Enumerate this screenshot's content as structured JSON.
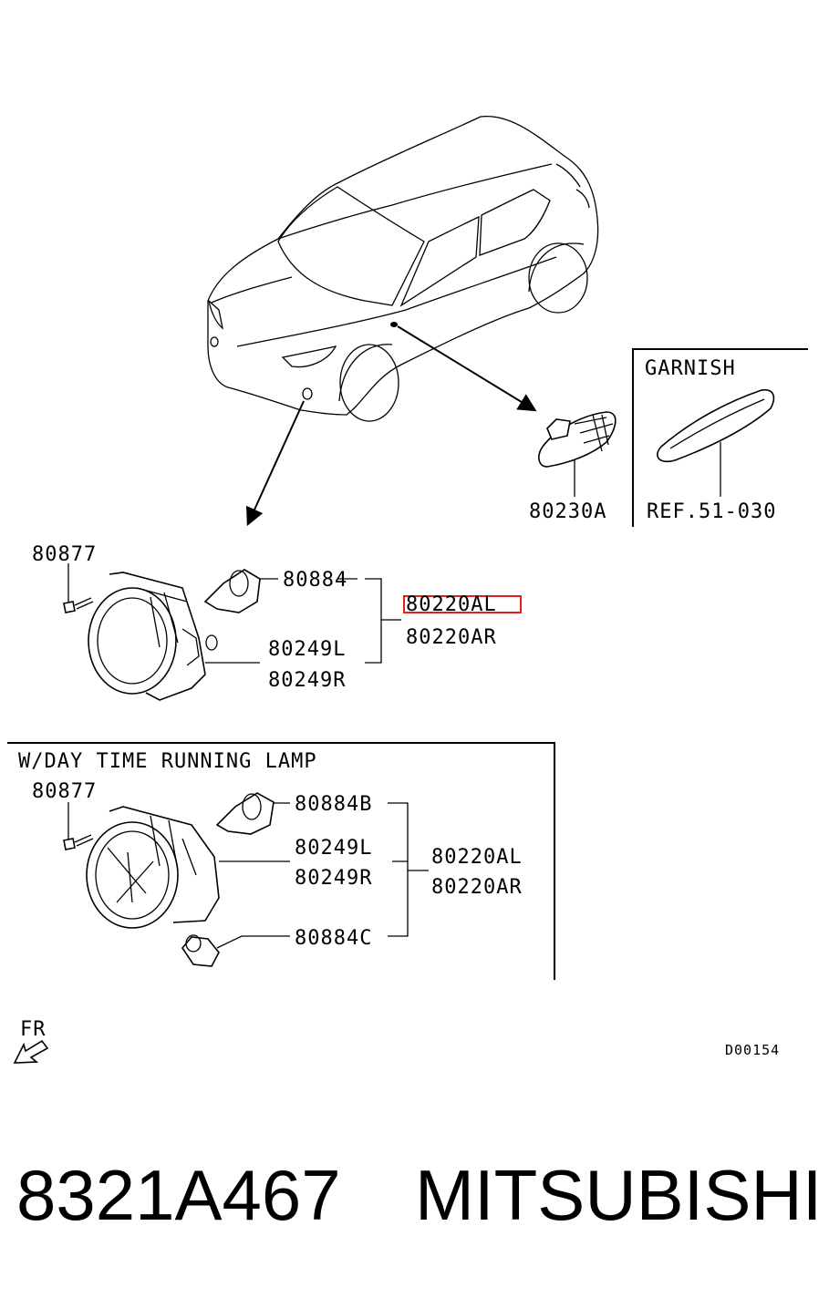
{
  "diagram": {
    "top_section": {
      "bolt": "80877",
      "bulb": "80884",
      "socket_left": "80249L",
      "socket_right": "80249R",
      "assembly_left": "80220AL",
      "assembly_right": "80220AR",
      "side_lamp": "80230A"
    },
    "garnish_box": {
      "title": "GARNISH",
      "ref": "REF.51-030"
    },
    "drl_box": {
      "title": "W/DAY TIME RUNNING LAMP",
      "bolt": "80877",
      "bulb_b": "80884B",
      "socket_left": "80249L",
      "socket_right": "80249R",
      "assembly_left": "80220AL",
      "assembly_right": "80220AR",
      "bulb_c": "80884C"
    },
    "front_indicator": "FR",
    "diagram_code": "D00154",
    "highlight_color": "#e02020"
  },
  "footer": {
    "part_number": "8321A467",
    "brand": "MITSUBISHI"
  }
}
